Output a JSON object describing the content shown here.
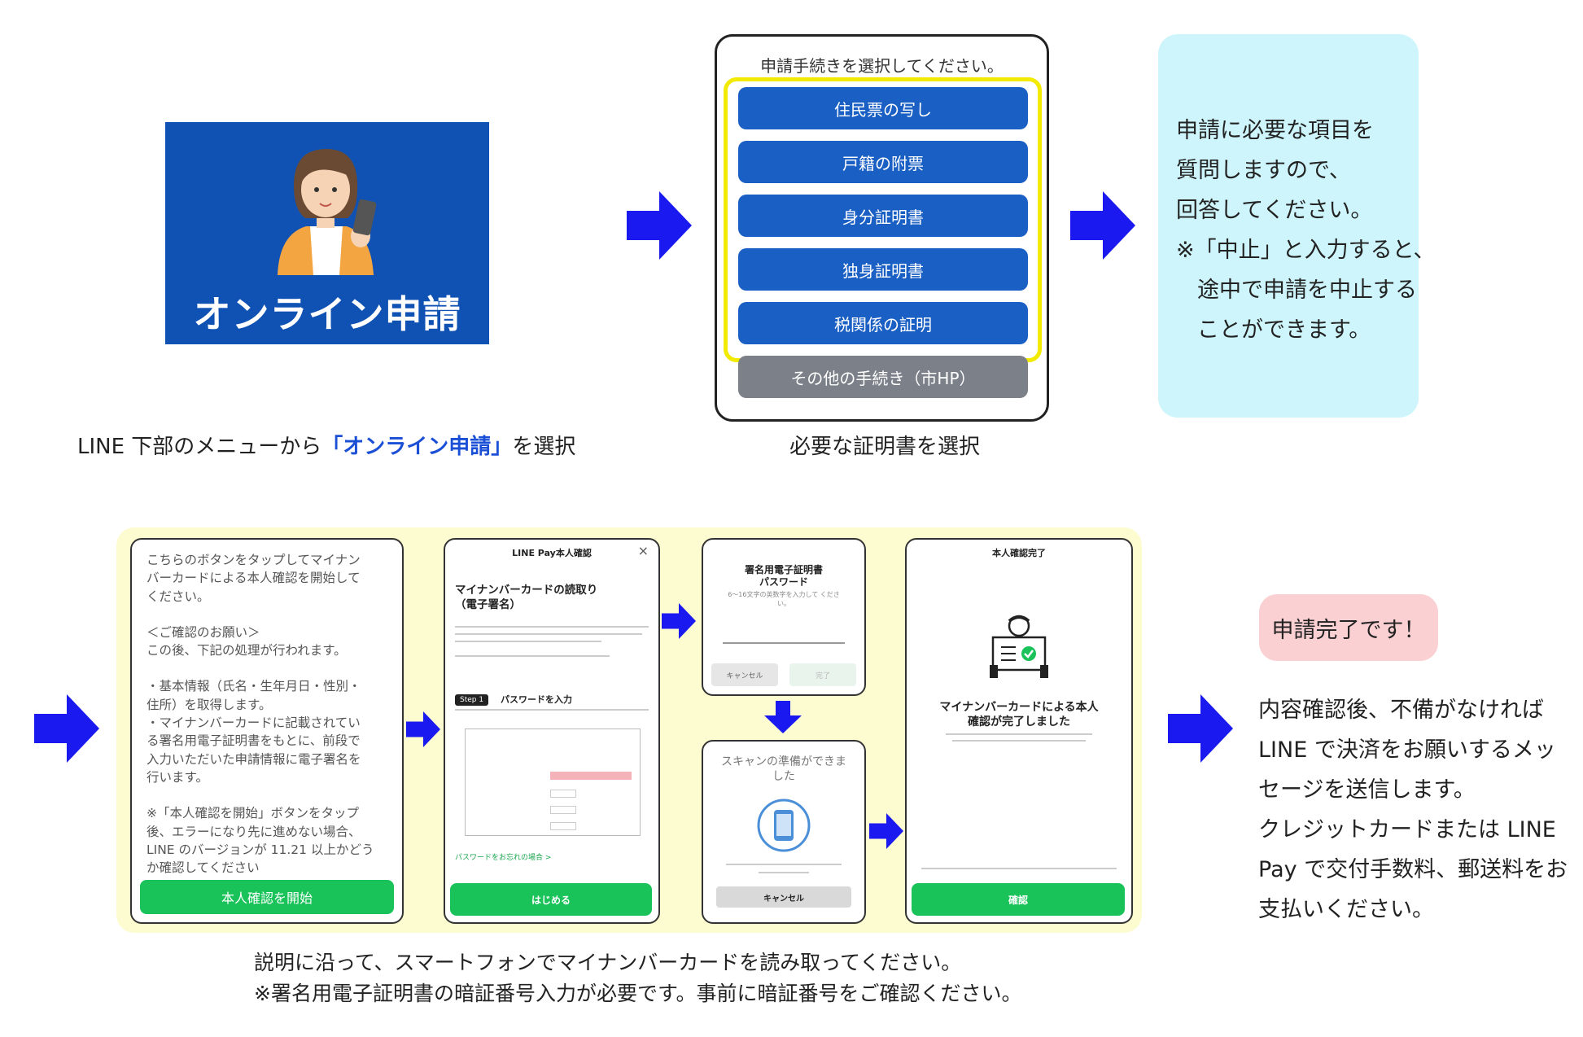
{
  "step1": {
    "card_title": "オンライン申請",
    "caption_pre": "LINE 下部のメニューから",
    "caption_hl": "「オンライン申請」",
    "caption_post": "を選択"
  },
  "step2": {
    "prompt": "申請手続きを選択してください。",
    "buttons": [
      "住民票の写し",
      "戸籍の附票",
      "身分証明書",
      "独身証明書",
      "税関係の証明"
    ],
    "other": "その他の手続き（市HP）",
    "caption": "必要な証明書を選択"
  },
  "step3": {
    "lines": [
      "申請に必要な項目を",
      "質問しますので、",
      "回答してください。",
      "※「中止」と入力すると、",
      "途中で申請を中止する",
      "ことができます。"
    ]
  },
  "phone1": {
    "lines": [
      "こちらのボタンをタップしてマイナン",
      "バーカードによる本人確認を開始して",
      "ください。",
      "",
      "＜ご確認のお願い＞",
      "この後、下記の処理が行われます。",
      "",
      "・基本情報（氏名・生年月日・性別・",
      "住所）を取得します。",
      "・マイナンバーカードに記載されてい",
      "る署名用電子証明書をもとに、前段で",
      "入力いただいた申請情報に電子署名を",
      "行います。",
      "",
      "※「本人確認を開始」ボタンをタップ",
      "後、エラーになり先に進めない場合、",
      "LINE のバージョンが 11.21 以上かどう",
      "か確認してください"
    ],
    "button": "本人確認を開始"
  },
  "phone2": {
    "header": "LINE Pay本人確認",
    "close": "×",
    "title1": "マイナンバーカードの読取り",
    "title2": "（電子署名）",
    "step": "Step 1",
    "step_label": "パスワードを入力",
    "forgot": "パスワードをお忘れの場合 >",
    "button": "はじめる"
  },
  "phone3": {
    "title1": "署名用電子証明書",
    "title2": "パスワード",
    "sub": "6〜16文字の英数字を入力して ください。",
    "cancel": "キャンセル",
    "ok": "完了"
  },
  "phone4": {
    "title1": "スキャンの準備ができま",
    "title2": "した",
    "cancel": "キャンセル"
  },
  "phone5": {
    "header": "本人確認完了",
    "msg1": "マイナンバーカードによる本人",
    "msg2": "確認が完了しました",
    "button": "確認"
  },
  "bottom_caption": {
    "line1": "説明に沿って、スマートフォンでマイナンバーカードを読み取ってください。",
    "line2": "※署名用電子証明書の暗証番号入力が必要です。事前に暗証番号をご確認ください。"
  },
  "final": {
    "badge": "申請完了です！",
    "lines": [
      "内容確認後、不備がなければ",
      "LINE で決済をお願いするメッ",
      "セージを送信します。",
      "クレジットカードまたは LINE",
      "Pay で交付手数料、郵送料をお",
      "支払いください。"
    ]
  },
  "colors": {
    "arrow": "#1a1af0",
    "card": "#0f52b4",
    "menu_button": "#1a5fc4",
    "green": "#19c35a"
  }
}
